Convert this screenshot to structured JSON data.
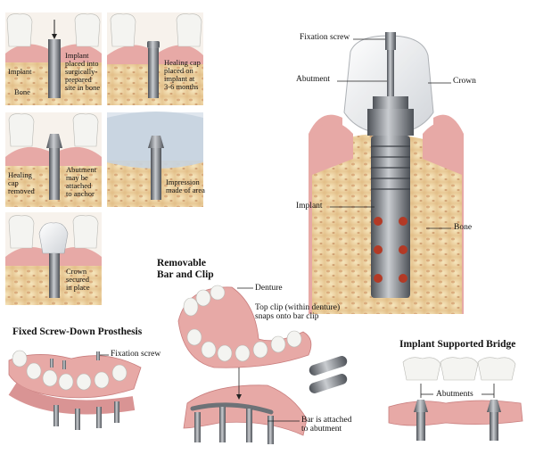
{
  "colors": {
    "gum": "#e7a9a6",
    "gum_dark": "#c97e7e",
    "bone": "#efd9a6",
    "bone_spot": "#c98a5a",
    "tooth": "#f4f4f1",
    "metal": "#8b8f95",
    "metal_dark": "#4d5157",
    "panel_bg": "#dfe6ee",
    "hole": "#b33a26"
  },
  "icons": [
    "tooth-icon",
    "implant-screw-icon",
    "denture-icon",
    "bar-clip-icon",
    "bridge-icon"
  ],
  "steps": [
    {
      "labels": {
        "implant": "Implant",
        "bone": "Bone",
        "desc": "Implant\nplaced into\nsurgically-\nprepared\nsite in bone"
      }
    },
    {
      "labels": {
        "desc": "Healing cap\nplaced on\nimplant at\n3-6 months"
      }
    },
    {
      "labels": {
        "left": "Healing\ncap\nremoved",
        "right": "Abutment\nmay be\nattached\nto anchor"
      }
    },
    {
      "labels": {
        "desc": "Impression\nmade of area"
      }
    },
    {
      "labels": {
        "desc": "Crown\nsecured\nin place"
      }
    }
  ],
  "main_diagram": {
    "fixation_screw": "Fixation screw",
    "abutment": "Abutment",
    "crown": "Crown",
    "implant": "Implant",
    "bone": "Bone"
  },
  "removable": {
    "title": "Removable\nBar and Clip",
    "denture": "Denture",
    "top_clip": "Top clip (within denture)\nsnaps onto bar clip",
    "bar": "Bar is attached\nto abutment"
  },
  "fixed": {
    "title": "Fixed Screw-Down Prosthesis",
    "fixation_screw": "Fixation screw"
  },
  "bridge": {
    "title": "Implant Supported Bridge",
    "abutments": "Abutments"
  }
}
